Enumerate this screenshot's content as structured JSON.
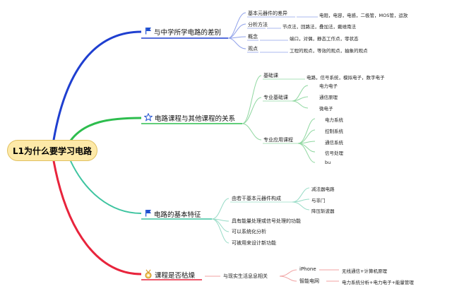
{
  "root": {
    "label": "L1为什么要学习电路"
  },
  "colors": {
    "branch1": "#1f3fd0",
    "branch2": "#2dbd4e",
    "branch3": "#3ec4a0",
    "branch4": "#e8243c",
    "thin": "#f0a0a0",
    "rootFill": "#fde9a8"
  },
  "icons": {
    "b1": "flag-icon",
    "b2": "star-icon",
    "b3": "flag-icon",
    "b4": "medal-icon"
  },
  "b1": {
    "label": "与中学所学电路的差别",
    "c1": {
      "label": "基本元器件的差异",
      "leaf": "电阻，电容，电感，二极管，MOS管，运放"
    },
    "c2": {
      "label": "分析方法",
      "leaf": "节点法，回路法，叠加法，戴维南法"
    },
    "c3": {
      "label": "概念",
      "leaf": "端口，对偶，静态工作点，零状态"
    },
    "c4": {
      "label": "观点",
      "leaf": "工程的观点，等效的观点，抽象的观点"
    }
  },
  "b2": {
    "label": "电路课程与其他课程的关系",
    "c1": {
      "label": "基础课",
      "leaf": "电路，信号系统，模拟电子，数字电子"
    },
    "c2": {
      "label": "专业基础课",
      "leaves": [
        "电力电子",
        "通信原理",
        "微电子"
      ]
    },
    "c3": {
      "label": "专业应用课程",
      "leaves": [
        "电力系统",
        "控制系统",
        "通信系统",
        "信号处理",
        "bu"
      ]
    }
  },
  "b3": {
    "label": "电路的基本特征",
    "c1": {
      "label": "由若干基本元器件构成",
      "leaves": [
        "减法器电路",
        "与非门",
        "降压斩波器"
      ]
    },
    "c2": {
      "label": "具有能量处理或信号处理的功能"
    },
    "c3": {
      "label": "可以系统化分析"
    },
    "c4": {
      "label": "可被用来设计新功能"
    }
  },
  "b4": {
    "label": "课程是否枯燥",
    "c1": {
      "label": "与现实生活息息相关"
    },
    "g1": {
      "label": "iPhone",
      "leaf": "无线通信+计算机原理"
    },
    "g2": {
      "label": "智能电网",
      "leaf": "电力系统分析+电力电子+能量管理"
    }
  }
}
